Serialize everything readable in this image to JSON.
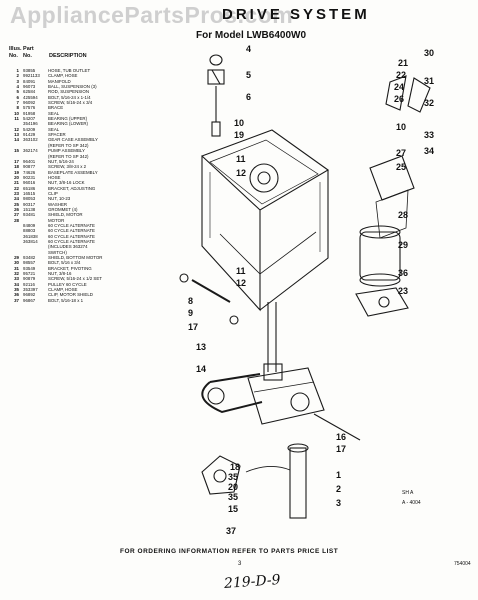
{
  "watermark": "AppliancePartsPros.com",
  "title": "DRIVE SYSTEM",
  "subtitle": "For Model LWB6400W0",
  "parts_header": {
    "line1": "Illus. Part",
    "col_no": "No.",
    "col_part": "No.",
    "col_desc": "DESCRIPTION"
  },
  "parts": [
    {
      "no": "1",
      "part": "93855",
      "desc": "HOSE, TUB OUTLET"
    },
    {
      "no": "2",
      "part": "9921133",
      "desc": "CLAMP, HOSE"
    },
    {
      "no": "3",
      "part": "84091",
      "desc": "MANIFOLD"
    },
    {
      "no": "4",
      "part": "96073",
      "desc": "BALL, SUSPENSION (3)"
    },
    {
      "no": "5",
      "part": "62584",
      "desc": "ROD, SUSPENSION"
    },
    {
      "no": "6",
      "part": "425594",
      "desc": "BOLT, 5/16-24 x 1-1/4"
    },
    {
      "no": "7",
      "part": "96092",
      "desc": "SCREW, 5/16-24 x 3/4"
    },
    {
      "no": "8",
      "part": "57576",
      "desc": "BRACE"
    },
    {
      "no": "10",
      "part": "91958",
      "desc": "SEAL"
    },
    {
      "no": "11",
      "part": "54207",
      "desc": "BEARING (UPPER)"
    },
    {
      "no": "",
      "part": "354196",
      "desc": "BEARING (LOWER)"
    },
    {
      "no": "12",
      "part": "54209",
      "desc": "SEAL"
    },
    {
      "no": "13",
      "part": "91429",
      "desc": "SPACER"
    },
    {
      "no": "14",
      "part": "363102",
      "desc": "GEAR CASE ASSEMBLY"
    },
    {
      "no": "",
      "part": "",
      "desc": "(REFER TO SP 342)"
    },
    {
      "no": "15",
      "part": "362174",
      "desc": "PUMP ASSEMBLY"
    },
    {
      "no": "",
      "part": "",
      "desc": "(REFER TO SP 342)"
    },
    {
      "no": "17",
      "part": "96401",
      "desc": "NUT, 5/16-24"
    },
    {
      "no": "18",
      "part": "90877",
      "desc": "SCREW, 3/8-24 x 2"
    },
    {
      "no": "19",
      "part": "74626",
      "desc": "BASEPLATE ASSEMBLY"
    },
    {
      "no": "20",
      "part": "90231",
      "desc": "HOSE"
    },
    {
      "no": "21",
      "part": "96016",
      "desc": "NUT, 3/8-16 LOCK"
    },
    {
      "no": "22",
      "part": "65186",
      "desc": "BRACKET, ADJUSTING"
    },
    {
      "no": "23",
      "part": "16515",
      "desc": "CLIP"
    },
    {
      "no": "24",
      "part": "98053",
      "desc": "NUT, 10-23"
    },
    {
      "no": "25",
      "part": "90317",
      "desc": "WASHER"
    },
    {
      "no": "26",
      "part": "15138",
      "desc": "GROMMET (4)"
    },
    {
      "no": "27",
      "part": "93481",
      "desc": "SHIELD, MOTOR"
    },
    {
      "no": "28",
      "part": "",
      "desc": "MOTOR"
    },
    {
      "no": "",
      "part": "84809",
      "desc": "60 CYCLE ALTERNATE"
    },
    {
      "no": "",
      "part": "88803",
      "desc": "60 CYCLE ALTERNATE"
    },
    {
      "no": "",
      "part": "361838",
      "desc": "60 CYCLE ALTERNATE"
    },
    {
      "no": "",
      "part": "363814",
      "desc": "60 CYCLE ALTERNATE"
    },
    {
      "no": "",
      "part": "",
      "desc": "(INCLUDES 363274"
    },
    {
      "no": "",
      "part": "",
      "desc": "SWITCH)"
    },
    {
      "no": "29",
      "part": "93482",
      "desc": "SHIELD, BOTTOM MOTOR"
    },
    {
      "no": "30",
      "part": "98557",
      "desc": "BOLT, 5/16 x 3/4"
    },
    {
      "no": "31",
      "part": "93549",
      "desc": "BRACKET, PIVOTING"
    },
    {
      "no": "32",
      "part": "95721",
      "desc": "NUT, 3/8-16"
    },
    {
      "no": "33",
      "part": "90879",
      "desc": "SCREW, 5/16-24 x 1/2 SET"
    },
    {
      "no": "34",
      "part": "92116",
      "desc": "PULLEY 60 CYCLE"
    },
    {
      "no": "35",
      "part": "353397",
      "desc": "CLAMP, HOSE"
    },
    {
      "no": "36",
      "part": "96892",
      "desc": "CLIP, MOTOR SHIELD"
    },
    {
      "no": "37",
      "part": "96867",
      "desc": "BOLT, 5/16-18 x 1"
    }
  ],
  "callouts": [
    {
      "n": "4"
    },
    {
      "n": "5"
    },
    {
      "n": "6"
    },
    {
      "n": "10"
    },
    {
      "n": "19"
    },
    {
      "n": "11"
    },
    {
      "n": "12"
    },
    {
      "n": "11"
    },
    {
      "n": "12"
    },
    {
      "n": "8"
    },
    {
      "n": "9"
    },
    {
      "n": "17"
    },
    {
      "n": "13"
    },
    {
      "n": "14"
    },
    {
      "n": "16"
    },
    {
      "n": "17"
    },
    {
      "n": "18"
    },
    {
      "n": "35"
    },
    {
      "n": "20"
    },
    {
      "n": "35"
    },
    {
      "n": "15"
    },
    {
      "n": "1"
    },
    {
      "n": "2"
    },
    {
      "n": "3"
    },
    {
      "n": "37"
    },
    {
      "n": "21"
    },
    {
      "n": "22"
    },
    {
      "n": "24"
    },
    {
      "n": "26"
    },
    {
      "n": "30"
    },
    {
      "n": "31"
    },
    {
      "n": "32"
    },
    {
      "n": "10"
    },
    {
      "n": "33"
    },
    {
      "n": "34"
    },
    {
      "n": "27"
    },
    {
      "n": "25"
    },
    {
      "n": "28"
    },
    {
      "n": "29"
    },
    {
      "n": "36"
    },
    {
      "n": "23"
    }
  ],
  "diagram_ref": {
    "line1": "SH A",
    "line2": "A - 4004"
  },
  "footer": "FOR ORDERING INFORMATION REFER TO PARTS PRICE LIST",
  "page_number": "3",
  "form_number": "754004",
  "handwritten": "219-D-9"
}
